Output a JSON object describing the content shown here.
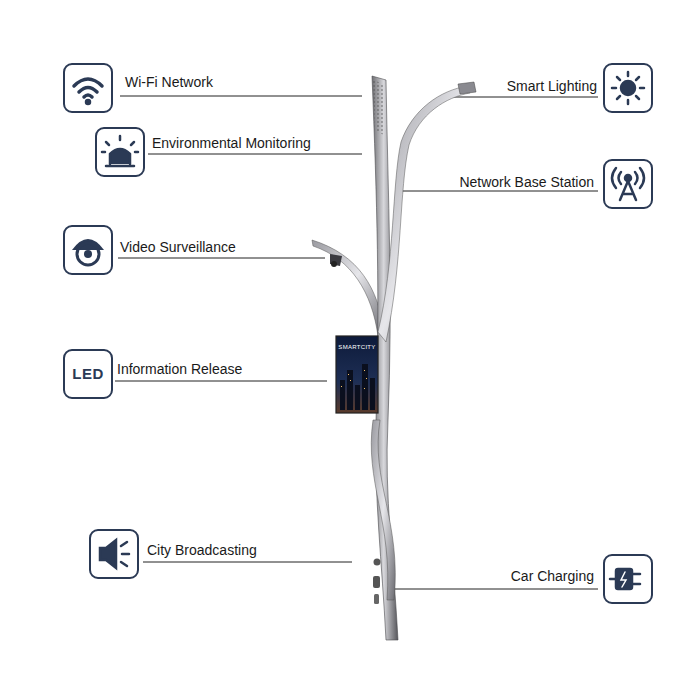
{
  "diagram": {
    "labels": [
      "Wi-Fi Network",
      "Smart Lighting",
      "Environmental Monitoring",
      "Network Base Station",
      "Video Surveillance",
      "Information Release",
      "City Broadcasting",
      "Car Charging",
      "LED",
      "SMARTCITY"
    ]
  }
}
